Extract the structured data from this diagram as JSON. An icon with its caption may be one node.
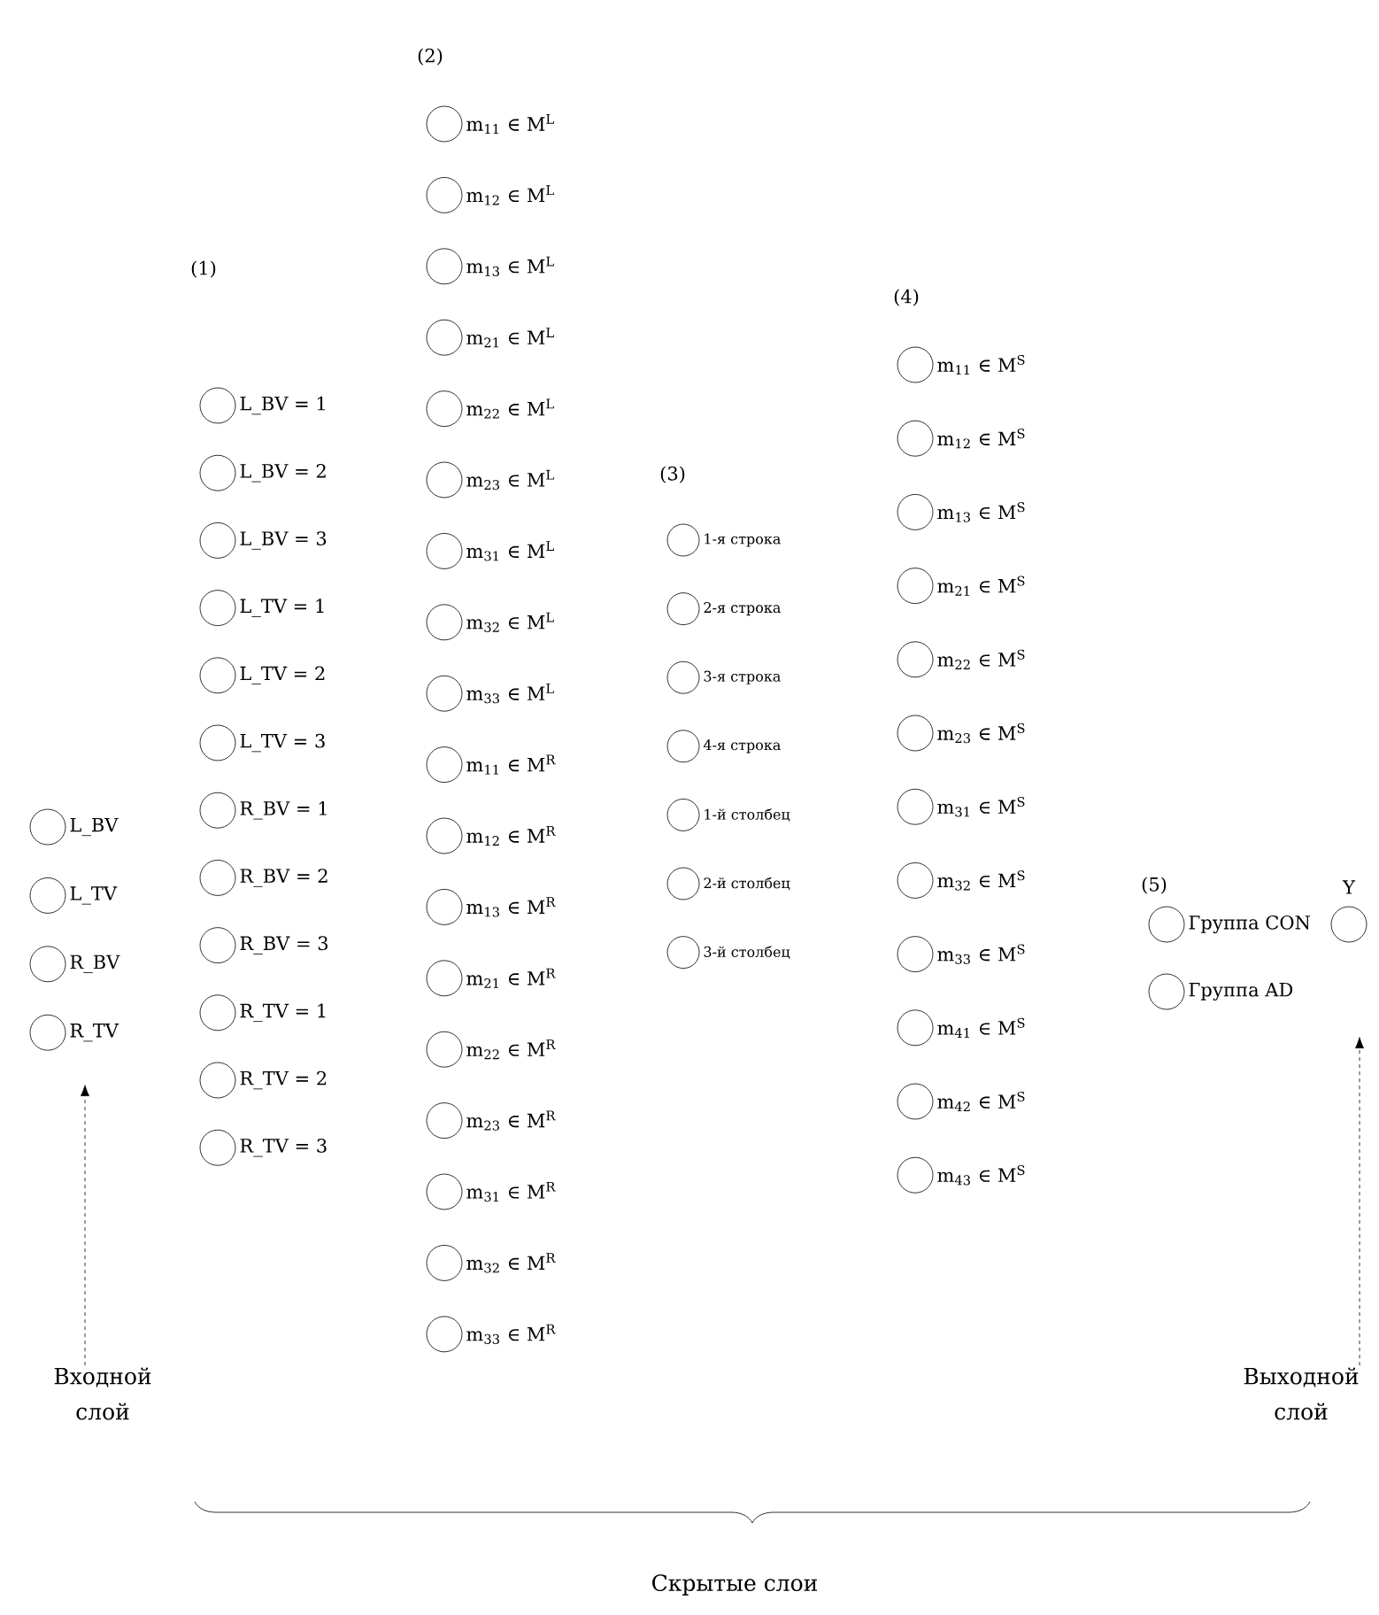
{
  "diagram": {
    "nodes": [
      {
        "text": [
          "L_BV"
        ]
      },
      {
        "text": [
          "L_TV"
        ]
      },
      {
        "text": [
          "R_BV"
        ]
      },
      {
        "text": [
          "R_TV"
        ]
      },
      {
        "text": [
          "L_BV = 1"
        ]
      },
      {
        "text": [
          "L_BV = 2"
        ]
      },
      {
        "text": [
          "L_BV = 3"
        ]
      },
      {
        "text": [
          "L_TV = 1"
        ]
      },
      {
        "text": [
          "L_TV = 2"
        ]
      },
      {
        "text": [
          "L_TV = 3"
        ]
      },
      {
        "text": [
          "R_BV = 1"
        ]
      },
      {
        "text": [
          "R_BV = 2"
        ]
      },
      {
        "text": [
          "R_BV = 3"
        ]
      },
      {
        "text": [
          "R_TV = 1"
        ]
      },
      {
        "text": [
          "R_TV = 2"
        ]
      },
      {
        "text": [
          "R_TV = 3"
        ]
      },
      {
        "text": [
          "m$_{11}$ ∈ M$^{L}$"
        ]
      },
      {
        "text": [
          "m$_{12}$ ∈ M$^{L}$"
        ]
      },
      {
        "text": [
          "m$_{13}$ ∈ M$^{L}$"
        ]
      },
      {
        "text": [
          "m$_{21}$ ∈ M$^{L}$"
        ]
      },
      {
        "text": [
          "m$_{22}$ ∈ M$^{L}$"
        ]
      },
      {
        "text": [
          "m$_{23}$ ∈ M$^{L}$"
        ]
      },
      {
        "text": [
          "m$_{31}$ ∈ M$^{L}$"
        ]
      },
      {
        "text": [
          "m$_{32}$ ∈ M$^{L}$"
        ]
      },
      {
        "text": [
          "m$_{33}$ ∈ M$^{L}$"
        ]
      },
      {
        "text": [
          "m$_{11}$ ∈ M$^{R}$"
        ]
      },
      {
        "text": [
          "m$_{12}$ ∈ M$^{R}$"
        ]
      },
      {
        "text": [
          "m$_{13}$ ∈ M$^{R}$"
        ]
      },
      {
        "text": [
          "m$_{21}$ ∈ M$^{R}$"
        ]
      },
      {
        "text": [
          "m$_{22}$ ∈ M$^{R}$"
        ]
      },
      {
        "text": [
          "m$_{23}$ ∈ M$^{R}$"
        ]
      },
      {
        "text": [
          "m$_{31}$ ∈ M$^{R}$"
        ]
      },
      {
        "text": [
          "m$_{32}$ ∈ M$^{R}$"
        ]
      },
      {
        "text": [
          "m$_{33}$ ∈ M$^{R}$"
        ]
      },
      {
        "text": [
          "1-я строка"
        ]
      },
      {
        "text": [
          "2-я строка"
        ]
      },
      {
        "text": [
          "3-я строка"
        ]
      },
      {
        "text": [
          "4-я строка"
        ]
      },
      {
        "text": [
          "1-й столбец"
        ]
      },
      {
        "text": [
          "2-й столбец"
        ]
      },
      {
        "text": [
          "3-й столбец"
        ]
      },
      {
        "text": [
          "m$_{11}$ ∈ M$^{S}$"
        ]
      },
      {
        "text": [
          "m$_{12}$ ∈ M$^{S}$"
        ]
      },
      {
        "text": [
          "m$_{13}$ ∈ M$^{S}$"
        ]
      },
      {
        "text": [
          "m$_{21}$ ∈ M$^{S}$"
        ]
      },
      {
        "text": [
          "m$_{22}$ ∈ M$^{S}$"
        ]
      },
      {
        "text": [
          "m$_{23}$ ∈ M$^{S}$"
        ]
      },
      {
        "text": [
          "m$_{31}$ ∈ M$^{S}$"
        ]
      },
      {
        "text": [
          "m$_{32}$ ∈ M$^{S}$"
        ]
      },
      {
        "text": [
          "m$_{33}$ ∈ M$^{S}$"
        ]
      },
      {
        "text": [
          "m$_{41}$ ∈ M$^{S}$"
        ]
      },
      {
        "text": [
          "m$_{42}$ ∈ M$^{S}$"
        ]
      },
      {
        "text": [
          "m$_{43}$ ∈ M$^{S}$"
        ]
      },
      {
        "text": [
          "Группа CON"
        ]
      },
      {
        "text": [
          "Группа AD"
        ]
      },
      {
        "text": [
          "Y"
        ]
      },
      {
        "text": [
          "Входной слой"
        ]
      },
      {
        "text": [
          "Выходной слой"
        ]
      }
    ],
    "edges": [
      {
        "from": 56,
        "to": null,
        "arrow": "to",
        "style": "dashed"
      },
      {
        "from": 57,
        "to": null,
        "arrow": "to",
        "style": "dashed"
      }
    ],
    "labels": [
      "(1)",
      "(2)",
      "(3)",
      "(4)",
      "(5)",
      "Скрытые слои"
    ]
  }
}
